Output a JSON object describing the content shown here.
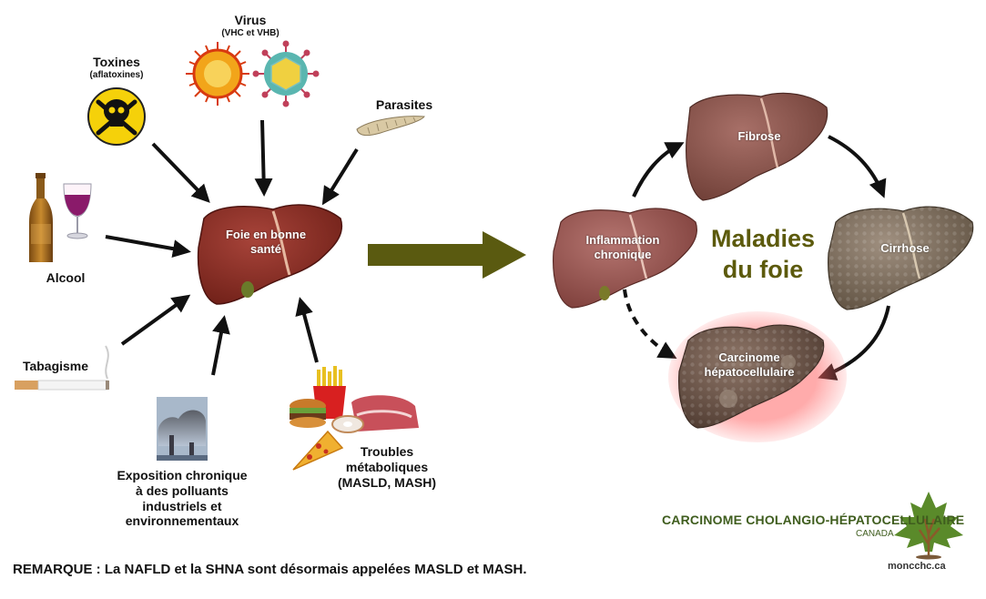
{
  "causes": {
    "virus": {
      "title": "Virus",
      "sub": "(VHC et VHB)"
    },
    "toxines": {
      "title": "Toxines",
      "sub": "(aflatoxines)"
    },
    "parasites": "Parasites",
    "alcool": "Alcool",
    "tabagisme": "Tabagisme",
    "exposition": [
      "Exposition chronique",
      "à des polluants",
      "industriels et",
      "environnementaux"
    ],
    "troubles": [
      "Troubles",
      "métaboliques",
      "(MASLD, MASH)"
    ]
  },
  "healthy_liver": [
    "Foie en bonne",
    "santé"
  ],
  "diseases": {
    "title": [
      "Maladies",
      "du foie"
    ],
    "fibrose": "Fibrose",
    "cirrhose": "Cirrhose",
    "inflammation": [
      "Inflammation",
      "chronique"
    ],
    "carcinome": [
      "Carcinome",
      "hépatocellulaire"
    ]
  },
  "note": "REMARQUE : La NAFLD et la SHNA sont désormais appelées MASLD et MASH.",
  "brand": {
    "name": "CARCINOME CHOLANGIO-HÉPATOCELLULAIRE",
    "country": "CANADA",
    "site": "moncchc.ca"
  },
  "colors": {
    "liver_healthy": "#8a2e22",
    "liver_inflamed": "#9a5a55",
    "liver_fibrosis": "#8b5a50",
    "liver_cirrhosis": "#7a6a58",
    "liver_carcinoma": "#6e5a4e",
    "title": "#5c5a0c",
    "big_arrow": "#5a5a10",
    "brand": "#3f5d1e"
  },
  "icons": [
    "skull-crossbones-icon",
    "virus-icon",
    "parasite-icon",
    "beer-bottle-icon",
    "wine-glass-icon",
    "cigarette-icon",
    "factory-smoke-icon",
    "junk-food-icon",
    "maple-leaf-tree-icon"
  ]
}
